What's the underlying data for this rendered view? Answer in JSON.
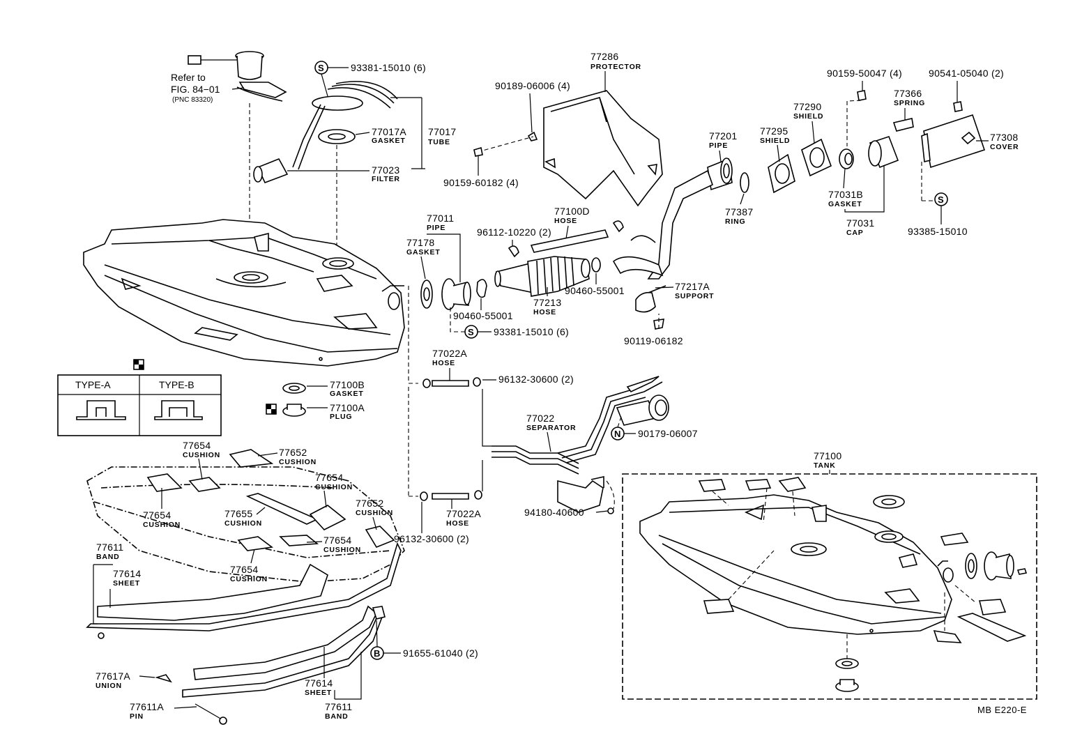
{
  "refer": {
    "line1": "Refer to",
    "line2": "FIG. 84−01",
    "line3": "(PNC 83320)"
  },
  "symbols": {
    "s": "S",
    "n": "N",
    "b": "B"
  },
  "table": {
    "type_a": "TYPE-A",
    "type_b": "TYPE-B"
  },
  "code": "MB E220-E",
  "labels": {
    "p93381a": "93381-15010 (6)",
    "p77017a": "77017A",
    "n77017a": "GASKET",
    "p77017": "77017",
    "n77017": "TUBE",
    "p77023": "77023",
    "n77023": "FILTER",
    "p90189": "90189-06006 (4)",
    "p77286": "77286",
    "n77286": "PROTECTOR",
    "p90159a": "90159-60182 (4)",
    "p77201": "77201",
    "n77201": "PIPE",
    "p77387": "77387",
    "n77387": "RING",
    "p77295": "77295",
    "n77295": "SHIELD",
    "p77290": "77290",
    "n77290": "SHIELD",
    "p90159b": "90159-50047 (4)",
    "p77366": "77366",
    "n77366": "SPRING",
    "p90541": "90541-05040 (2)",
    "p77308": "77308",
    "n77308": "COVER",
    "p77031b": "77031B",
    "n77031b": "GASKET",
    "p77031": "77031",
    "n77031": "CAP",
    "p93385": "93385-15010",
    "p77011": "77011",
    "n77011": "PIPE",
    "p77178": "77178",
    "n77178": "GASKET",
    "p77100d": "77100D",
    "n77100d": "HOSE",
    "p96112": "96112-10220 (2)",
    "p90460a": "90460-55001",
    "p77213": "77213",
    "n77213": "HOSE",
    "p90460b": "90460-55001",
    "p77217a": "77217A",
    "n77217a": "SUPPORT",
    "p93381b": "93381-15010 (6)",
    "p90119": "90119-06182",
    "p77100b": "77100B",
    "n77100b": "GASKET",
    "p77100a": "77100A",
    "n77100a": "PLUG",
    "p77022a1": "77022A",
    "n77022a1": "HOSE",
    "p96132a": "96132-30600 (2)",
    "p77022": "77022",
    "n77022": "SEPARATOR",
    "p90179": "90179-06007",
    "p94180": "94180-40600",
    "p77022a2": "77022A",
    "n77022a2": "HOSE",
    "p96132b": "96132-30600 (2)",
    "p77654a": "77654",
    "n77654a": "CUSHION",
    "p77652a": "77652",
    "n77652a": "CUSHION",
    "p77654b": "77654",
    "n77654b": "CUSHION",
    "p77652b": "77652",
    "n77652b": "CUSHION",
    "p77655": "77655",
    "n77655": "CUSHION",
    "p77654c": "77654",
    "n77654c": "CUSHION",
    "p77654d": "77654",
    "n77654d": "CUSHION",
    "p77654e": "77654",
    "n77654e": "CUSHION",
    "p77611a": "77611",
    "n77611a": "BAND",
    "p77614a": "77614",
    "n77614a": "SHEET",
    "p91655": "91655-61040 (2)",
    "p77617a": "77617A",
    "n77617a": "UNION",
    "p77614b": "77614",
    "n77614b": "SHEET",
    "p77611b": "77611",
    "n77611b": "BAND",
    "p77611pin": "77611A",
    "n77611pin": "PIN",
    "p77100": "77100",
    "n77100": "TANK"
  }
}
